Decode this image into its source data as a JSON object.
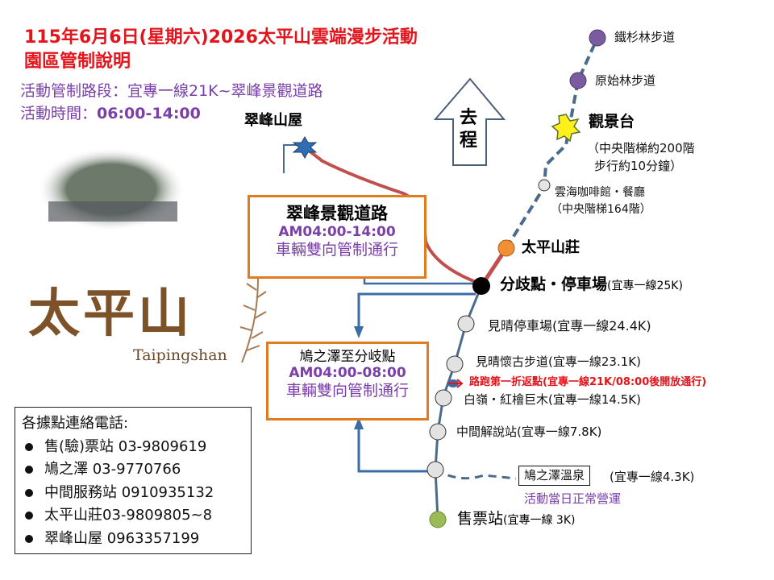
{
  "header": {
    "title_line1": "115年6月6日(星期六)2026太平山雲端漫步活動",
    "title_line2": "園區管制說明",
    "control_section": "活動管制路段：宜專一線21K~翠峰景觀道路",
    "activity_time_label": "活動時間：",
    "activity_time_value": "06:00-14:00"
  },
  "logo": {
    "text": "太平山",
    "romanized": "Taipingshan"
  },
  "direction_arrow": {
    "label_1": "去",
    "label_2": "程"
  },
  "cuifeng_lodge": "翠峰山屋",
  "box_cuifeng": {
    "title": "翠峰景觀道路",
    "time": "AM04:00-14:00",
    "note": "車輛雙向管制通行"
  },
  "box_jiuzhize": {
    "title": "鳩之澤至分岐點",
    "time": "AM04:00-08:00",
    "note": "車輛雙向管制通行"
  },
  "stops": {
    "tieshan": "鐵杉林步道",
    "yuanshi": "原始林步道",
    "viewpoint": "觀景台",
    "viewpoint_note1": "（中央階梯約200階",
    "viewpoint_note2": "步行約10分鐘）",
    "cafe": "雲海咖啡館・餐廳",
    "cafe_note": "（中央階梯164階）",
    "villa": "太平山莊",
    "junction": "分歧點・停車場",
    "junction_km": "(宜專一線25K)",
    "jianqing_parking": "見晴停車場(宜專一線24.4K)",
    "jianqing_trail": "見晴懷古步道(宜專一線23.1K)",
    "turnaround": "路跑第一折返點(宜專一線21K/08:00後開放通行)",
    "bailing": "白嶺・紅檜巨木(宜專一線14.5K)",
    "visitor_center": "中間解說站(宜專一線7.8K)",
    "hotspring": "鳩之澤溫泉",
    "hotspring_km": "(宜專一線4.3K)",
    "hotspring_note": "活動當日正常營運",
    "ticket": "售票站",
    "ticket_km": "(宜專一線 3K)"
  },
  "contacts": {
    "title": "各據點連絡電話:",
    "items": [
      "售(驗)票站 03-9809619",
      "鳩之澤 03-9770766",
      "中間服務站 0910935132",
      "太平山莊03-9809805~8",
      "翠峰山屋 0963357199"
    ]
  },
  "colors": {
    "title": "#e3141b",
    "purple": "#7a3fa8",
    "orange": "#e07b1f",
    "route_red": "#c0504d",
    "line": "#4a6b8a"
  }
}
